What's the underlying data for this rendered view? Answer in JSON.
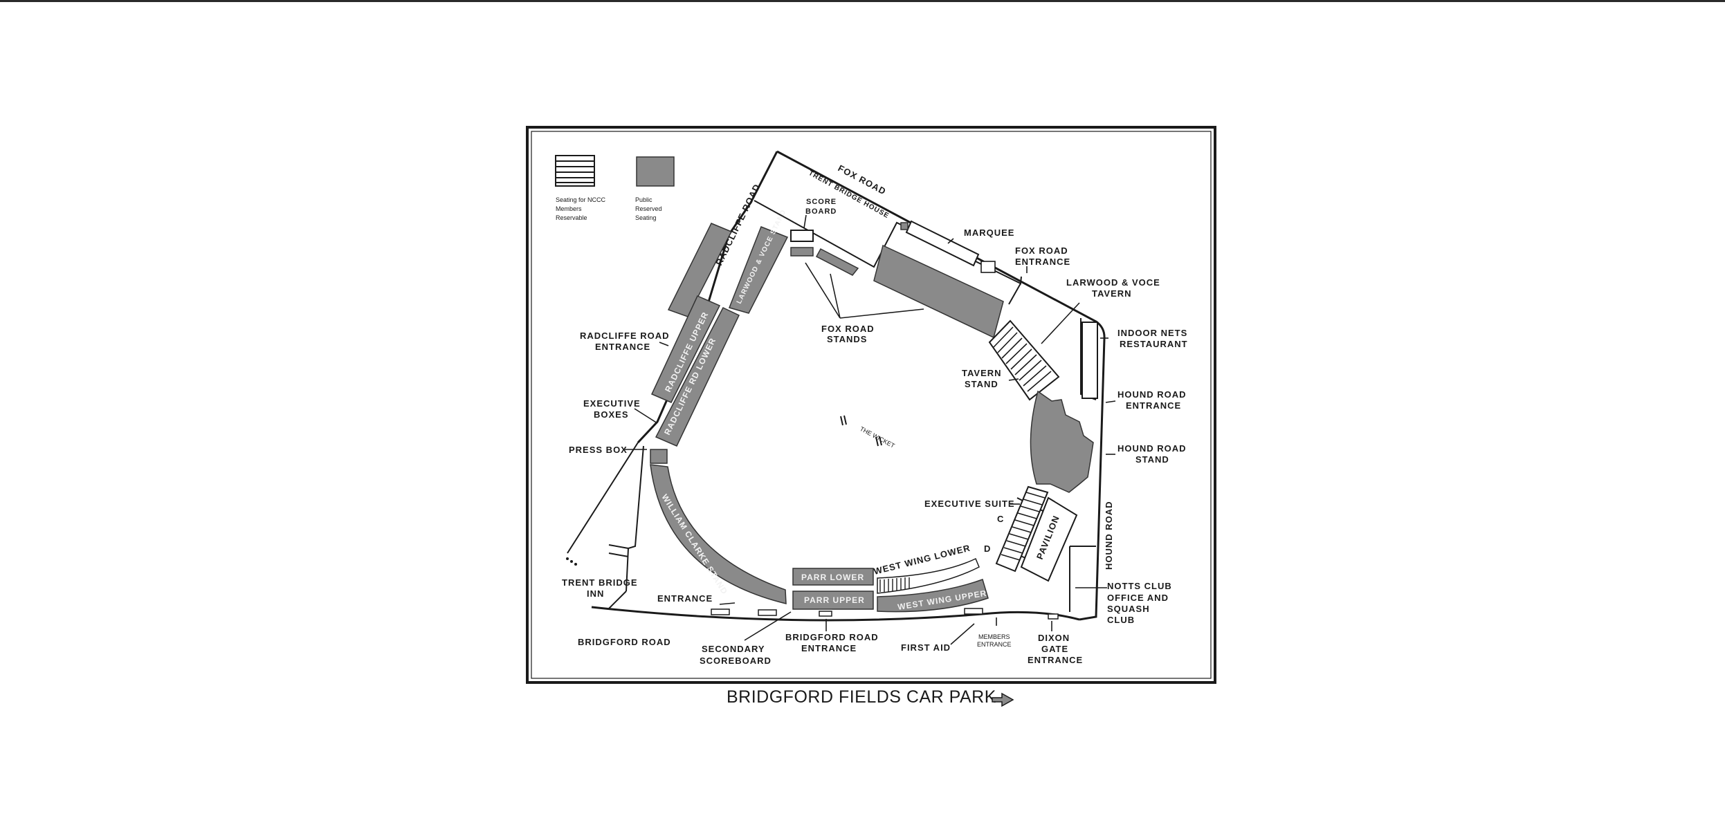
{
  "legend": {
    "members": "Seating for NCCC Members Reservable",
    "public": "Public Reserved Seating"
  },
  "roads": {
    "fox_road": "FOX ROAD",
    "radcliffe_road": "RADCLIFFE ROAD",
    "hound_road": "HOUND ROAD",
    "bridgford_road": "BRIDGFORD ROAD"
  },
  "labels": {
    "trent_bridge_house": "TRENT BRIDGE HOUSE",
    "score_board_1": "SCORE",
    "score_board_2": "BOARD",
    "marquee": "MARQUEE",
    "fox_road_entrance_1": "FOX ROAD",
    "fox_road_entrance_2": "ENTRANCE",
    "larwood_1": "LARWOOD & VOCE",
    "larwood_2": "TAVERN",
    "indoor_nets_1": "INDOOR NETS",
    "indoor_nets_2": "RESTAURANT",
    "hound_entrance_1": "HOUND ROAD",
    "hound_entrance_2": "ENTRANCE",
    "hound_stand_1": "HOUND ROAD",
    "hound_stand_2": "STAND",
    "radcliffe_entrance_1": "RADCLIFFE ROAD",
    "radcliffe_entrance_2": "ENTRANCE",
    "executive_boxes_1": "EXECUTIVE",
    "executive_boxes_2": "BOXES",
    "press_box": "PRESS BOX",
    "fox_road_stands_1": "FOX ROAD",
    "fox_road_stands_2": "STANDS",
    "tavern_stand_1": "TAVERN",
    "tavern_stand_2": "STAND",
    "the_wicket": "THE WICKET",
    "executive_suite": "EXECUTIVE SUITE",
    "c_marker": "C",
    "d_marker": "D",
    "pavilion": "PAVILION",
    "west_wing_lower": "WEST WING LOWER",
    "west_wing_upper": "WEST WING UPPER",
    "parr_lower": "PARR LOWER",
    "parr_upper": "PARR UPPER",
    "william_clarke": "WILLIAM CLARKE STAND",
    "radcliffe_upper": "RADCLIFFE UPPER",
    "radcliffe_lower": "RADCLIFFE RD LOWER",
    "larwood_voce_stand": "LARWOOD & VOCE STAND",
    "notts_club_1": "NOTTS CLUB",
    "notts_club_2": "OFFICE AND",
    "notts_club_3": "SQUASH",
    "notts_club_4": "CLUB",
    "trent_bridge_inn_1": "TRENT BRIDGE",
    "trent_bridge_inn_2": "INN",
    "entrance": "ENTRANCE",
    "secondary_scoreboard_1": "SECONDARY",
    "secondary_scoreboard_2": "SCOREBOARD",
    "bridgford_entrance_1": "BRIDGFORD ROAD",
    "bridgford_entrance_2": "ENTRANCE",
    "first_aid": "FIRST AID",
    "members_entrance_1": "MEMBERS",
    "members_entrance_2": "ENTRANCE",
    "dixon_gate_1": "DIXON",
    "dixon_gate_2": "GATE",
    "dixon_gate_3": "ENTRANCE"
  },
  "caption": "BRIDGFORD FIELDS CAR PARK",
  "colors": {
    "public_seating": "#8a8a8a",
    "ink": "#1a1a1a",
    "background": "#ffffff"
  }
}
